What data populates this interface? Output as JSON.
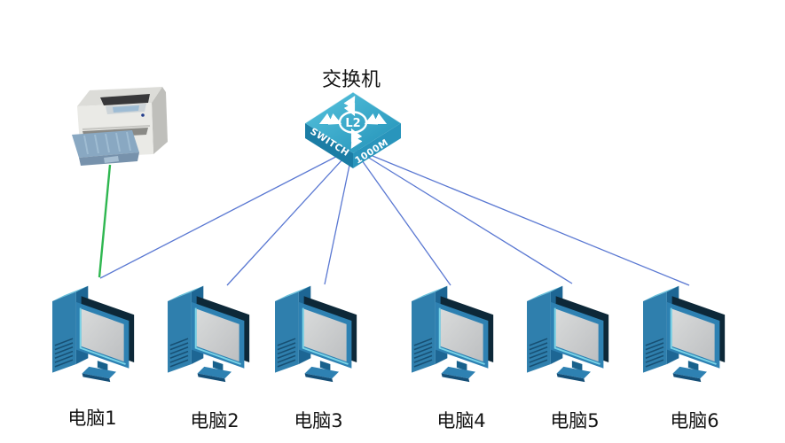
{
  "switch": {
    "label": "交换机",
    "logo_text": "L2",
    "face_left_text": "SWITCH",
    "face_right_text": "1000M"
  },
  "computers": {
    "labels": [
      "电脑1",
      "电脑2",
      "电脑3",
      "电脑4",
      "电脑5",
      "电脑6"
    ]
  },
  "icons": {
    "switch": "l2-switch-icon",
    "printer": "printer-icon",
    "computer": "desktop-pc-icon"
  },
  "colors": {
    "link_blue": "#5A78D2",
    "link_green": "#2FB750",
    "device_blue": "#2E81B2",
    "switch_teal": "#2E9FC4"
  },
  "connections": [
    {
      "from": "交换机",
      "to": "电脑1",
      "type": "network"
    },
    {
      "from": "交换机",
      "to": "电脑2",
      "type": "network"
    },
    {
      "from": "交换机",
      "to": "电脑3",
      "type": "network"
    },
    {
      "from": "交换机",
      "to": "电脑4",
      "type": "network"
    },
    {
      "from": "交换机",
      "to": "电脑5",
      "type": "network"
    },
    {
      "from": "交换机",
      "to": "电脑6",
      "type": "network"
    },
    {
      "from": "打印机",
      "to": "电脑1",
      "type": "printer-cable"
    }
  ]
}
